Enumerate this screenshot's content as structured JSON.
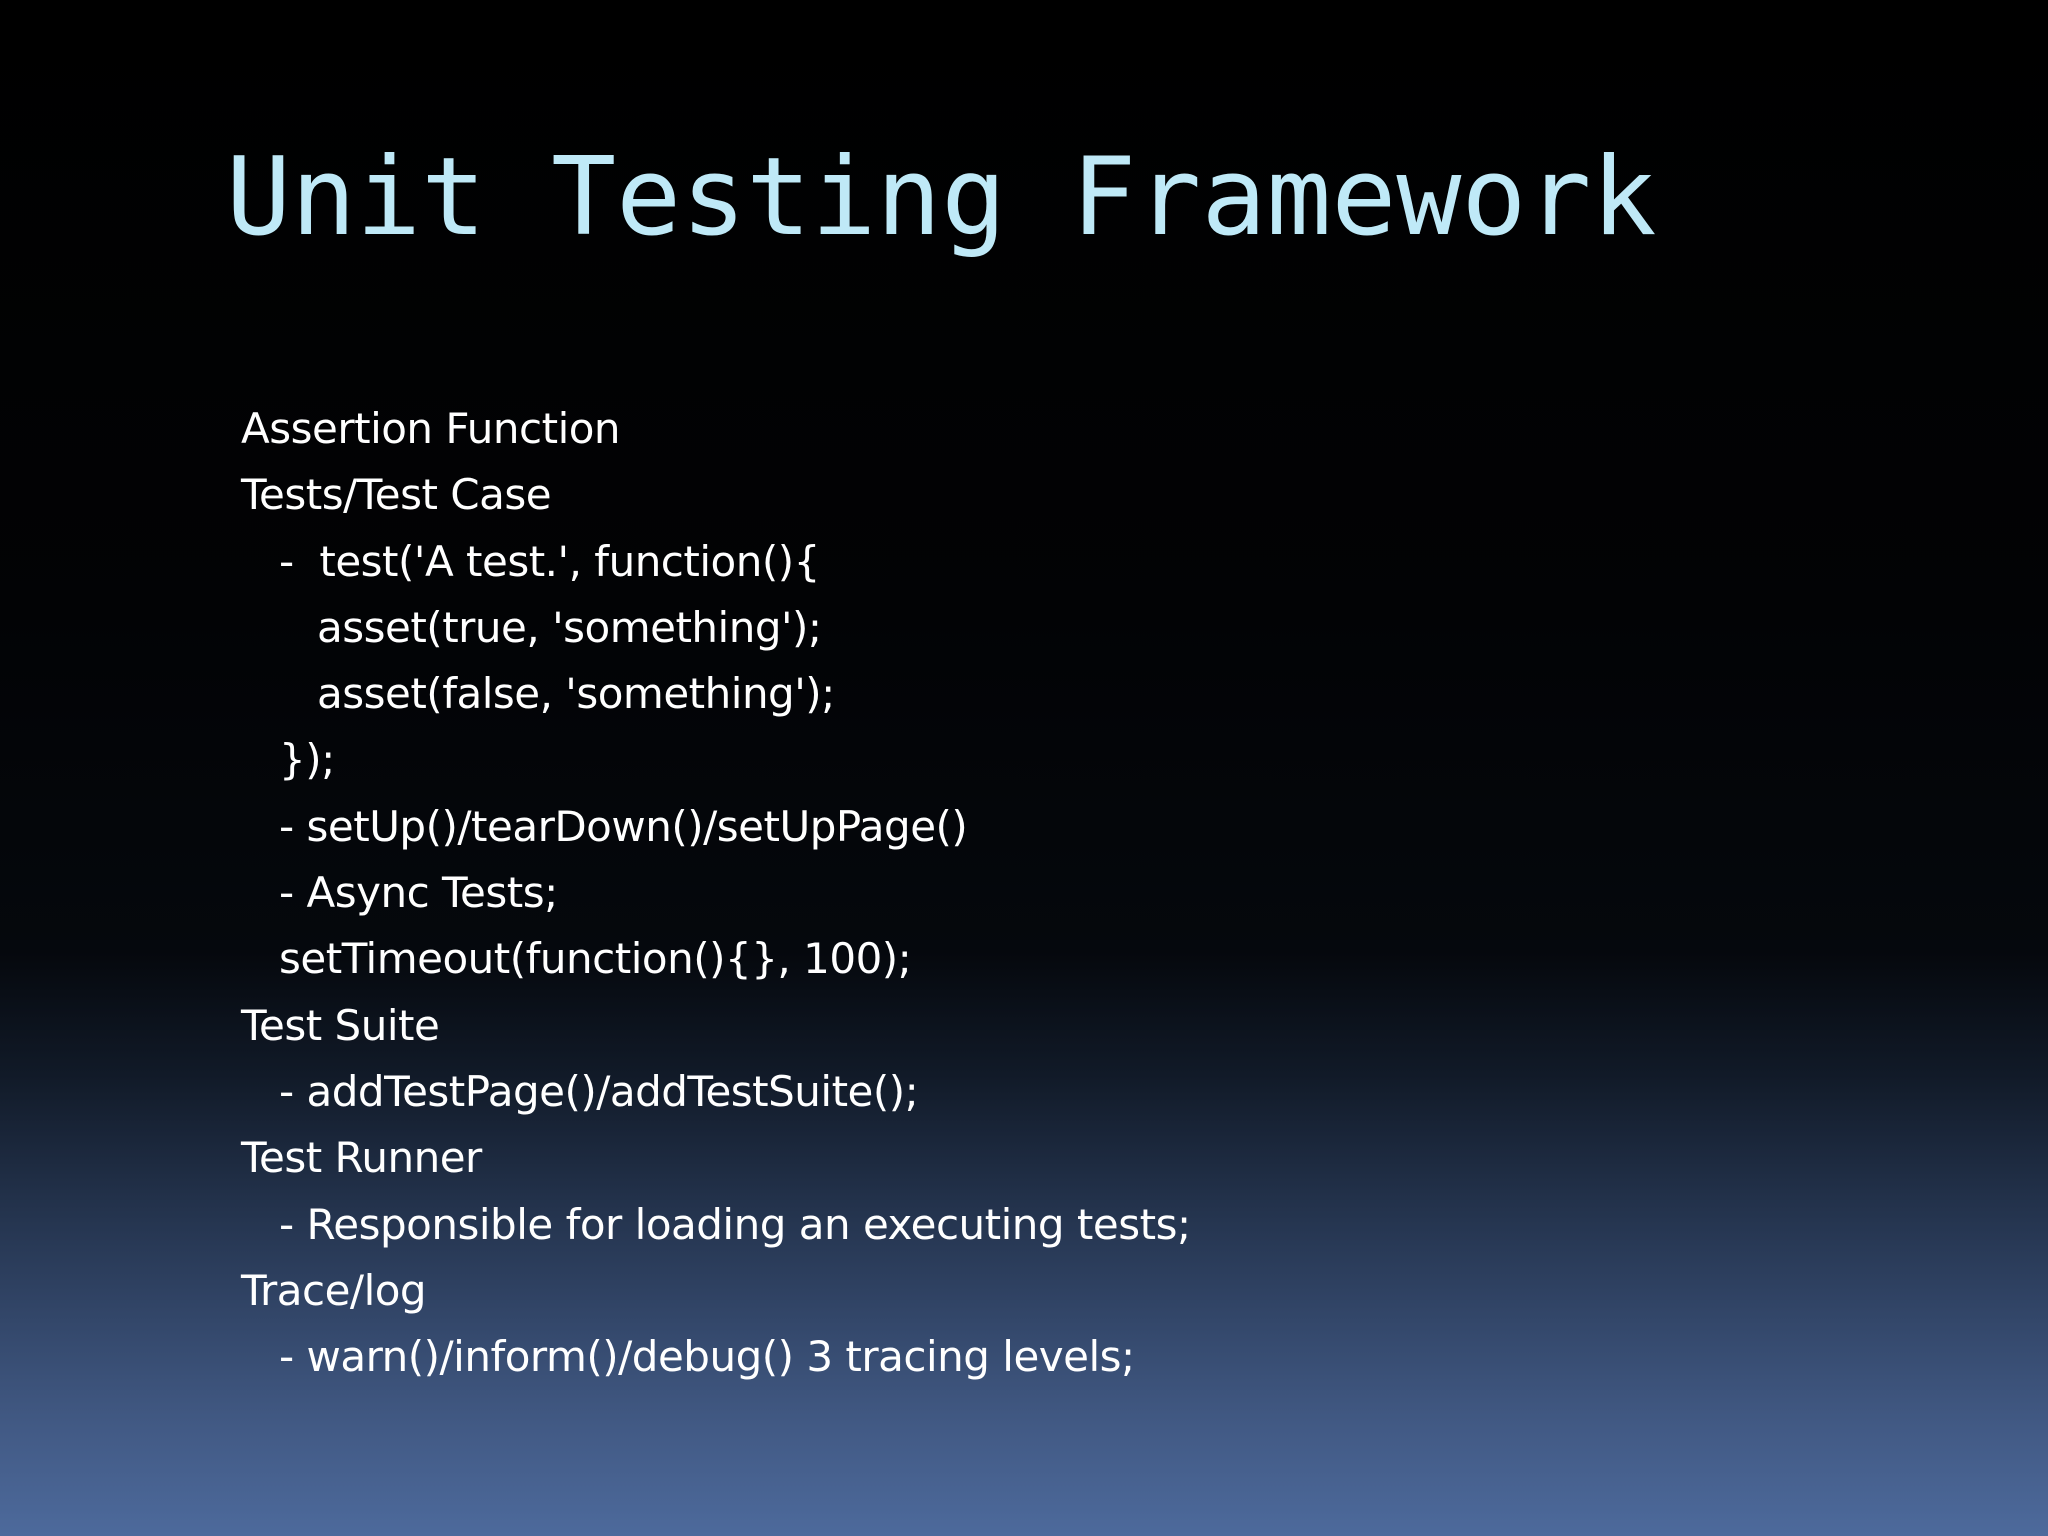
{
  "slide": {
    "title": "Unit Testing Framework",
    "lines": [
      {
        "text": "Assertion Function",
        "indent": 0
      },
      {
        "text": "Tests/Test Case",
        "indent": 0
      },
      {
        "text": "-  test('A test.', function(){",
        "indent": 1
      },
      {
        "text": "asset(true, 'something');",
        "indent": 2
      },
      {
        "text": "asset(false, 'something');",
        "indent": 2
      },
      {
        "text": "});",
        "indent": 1
      },
      {
        "text": "- setUp()/tearDown()/setUpPage()",
        "indent": 1
      },
      {
        "text": "- Async Tests;",
        "indent": 1
      },
      {
        "text": "setTimeout(function(){}, 100);",
        "indent": 1
      },
      {
        "text": "Test Suite",
        "indent": 0
      },
      {
        "text": "- addTestPage()/addTestSuite();",
        "indent": 1
      },
      {
        "text": "Test Runner",
        "indent": 0
      },
      {
        "text": "- Responsible for loading an executing tests;",
        "indent": 1
      },
      {
        "text": "Trace/log",
        "indent": 0
      },
      {
        "text": "- warn()/inform()/debug() 3 tracing levels;",
        "indent": 1
      }
    ]
  },
  "colors": {
    "title": "#bfe9f7",
    "body_text": "#ffffff",
    "background_top": "#000000",
    "background_bottom": "#4d6a9c"
  }
}
